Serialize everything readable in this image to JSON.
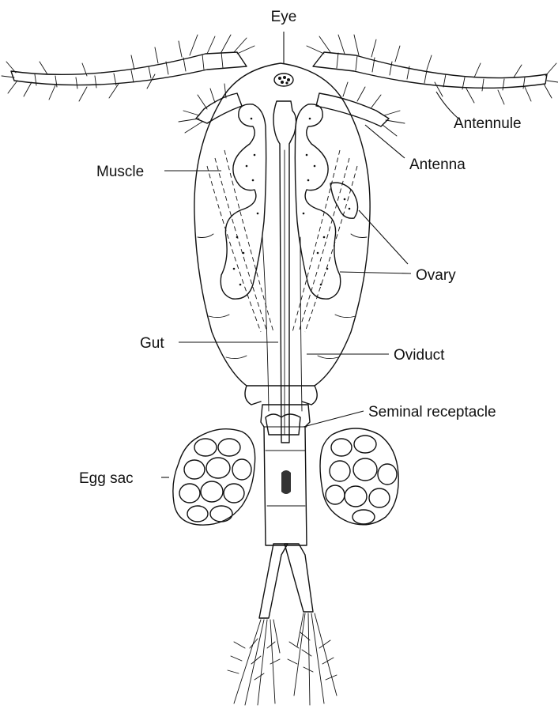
{
  "labels": {
    "eye": "Eye",
    "antennule": "Antennule",
    "antenna": "Antenna",
    "muscle": "Muscle",
    "ovary": "Ovary",
    "gut": "Gut",
    "oviduct": "Oviduct",
    "seminal_receptacle": "Seminal receptacle",
    "egg_sac": "Egg sac"
  }
}
